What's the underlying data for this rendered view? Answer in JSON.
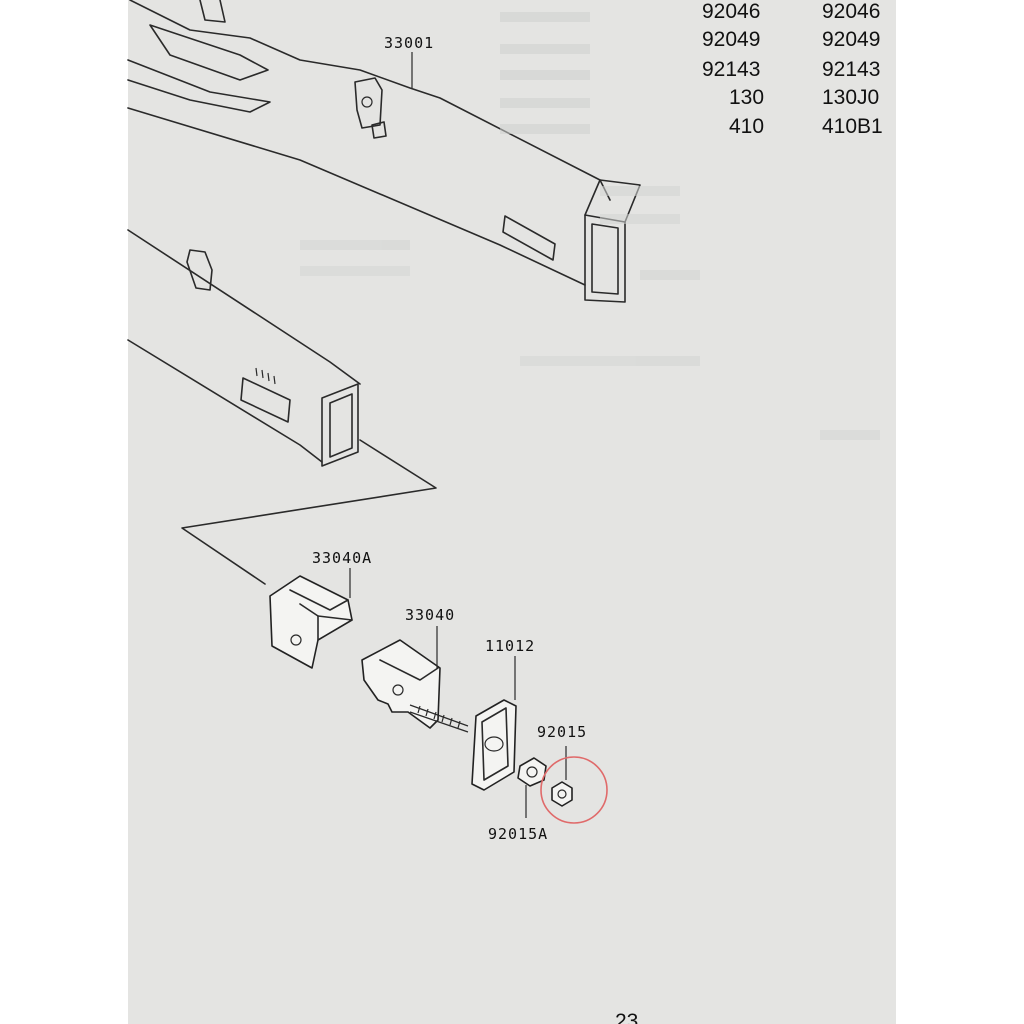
{
  "colors": {
    "paper": "#e7e8e6",
    "ink": "#222222",
    "highlight_circle": "#e06a6a",
    "background": "#ffffff"
  },
  "parts_table": {
    "col1": [
      "92046",
      "92049",
      "92143",
      "130",
      "410"
    ],
    "col2": [
      "92046",
      "92049",
      "92143",
      "130J0",
      "410B1"
    ]
  },
  "callouts": {
    "swingarm": "33001",
    "adjuster_block": "33040A",
    "adjuster_bolt": "33040",
    "chain_guide_plate": "11012",
    "nut": "92015",
    "nut_a": "92015A"
  },
  "highlighted_part": "92015",
  "page_number": "23"
}
